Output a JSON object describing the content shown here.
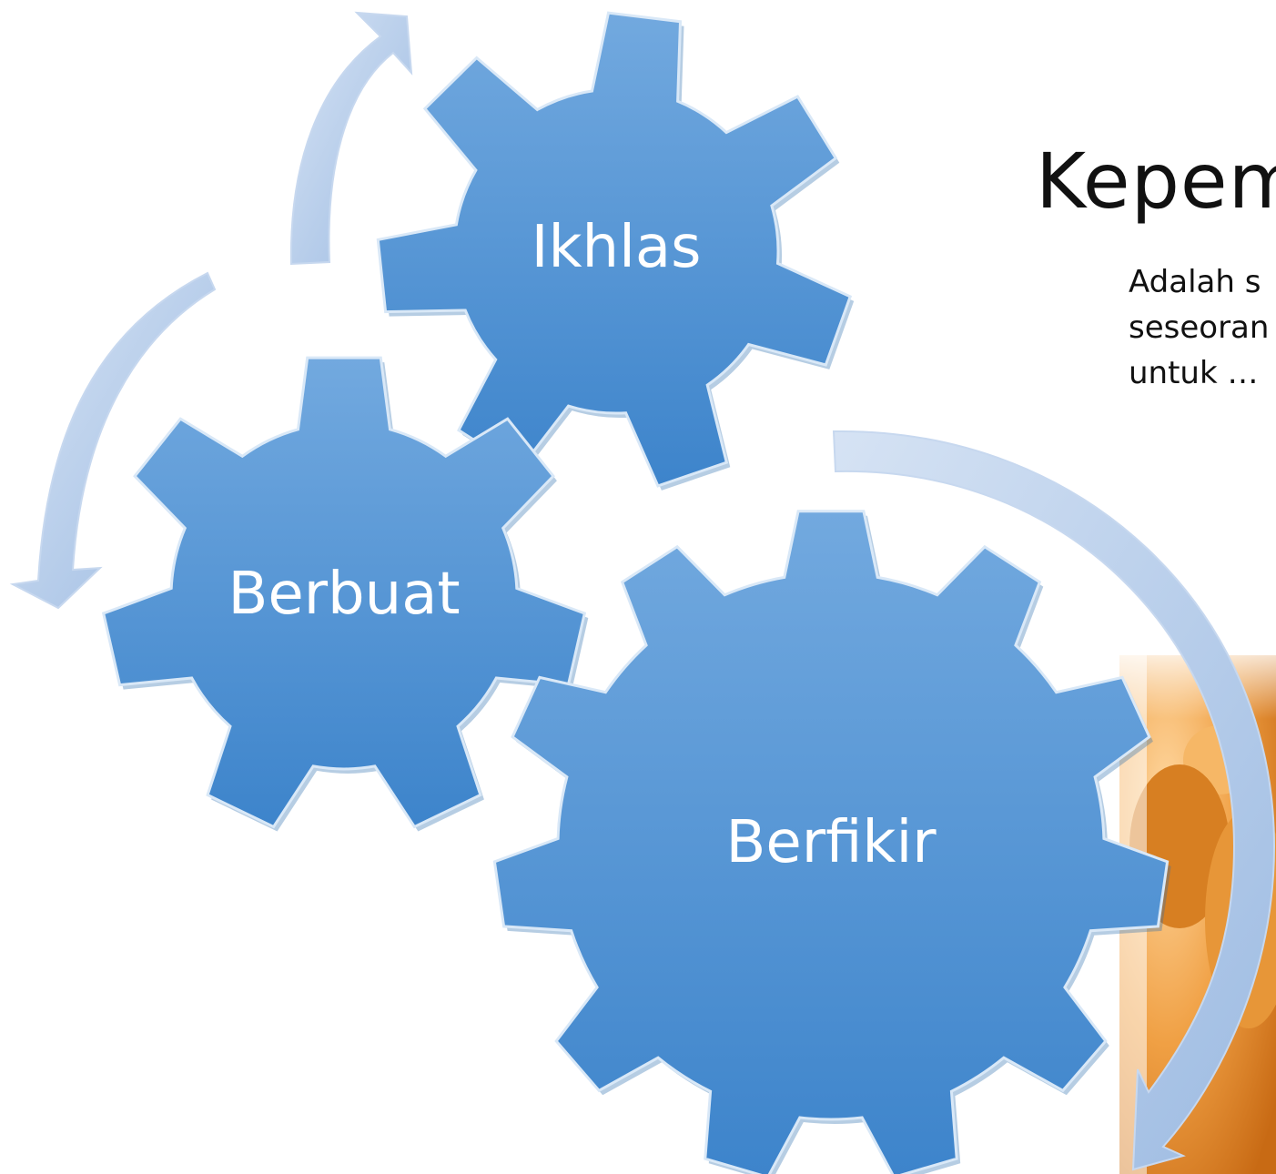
{
  "slide": {
    "title": "Kepem",
    "body_lines": [
      "Adalah s",
      "seseoran",
      "untuk …"
    ]
  },
  "gears": {
    "ikhlas": "Ikhlas",
    "berbuat": "Berbuat",
    "berfikir": "Berfikir"
  },
  "colors": {
    "gear_fill_top": "#6fa6dd",
    "gear_fill_bottom": "#3f86cc",
    "arrow": "#a9c3e6",
    "person_orange": "#e8902f",
    "text": "#111111"
  }
}
